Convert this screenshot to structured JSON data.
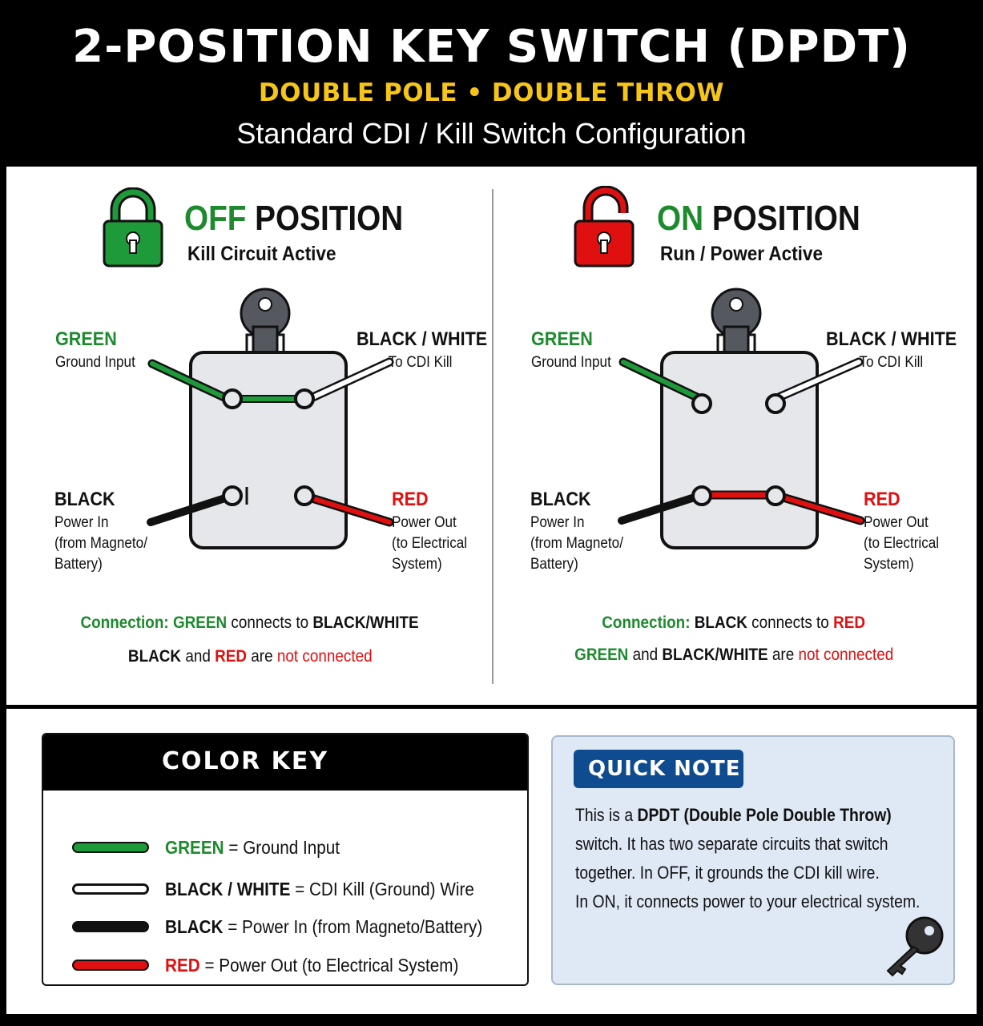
{
  "header": {
    "title": "2-POSITION KEY SWITCH (DPDT)",
    "subtitle": "DOUBLE POLE • DOUBLE THROW",
    "config": "Standard CDI / Kill Switch Configuration"
  },
  "off": {
    "title_kw": "OFF",
    "title_rest": " POSITION",
    "subtitle": "Kill Circuit Active",
    "green_name": "GREEN",
    "green_desc": "Ground Input",
    "bw_name": "BLACK / WHITE",
    "bw_desc": "To CDI Kill",
    "black_name": "BLACK",
    "black_desc1": "Power In",
    "black_desc2": "(from Magneto/",
    "black_desc3": "Battery)",
    "red_name": "RED",
    "red_desc1": "Power Out",
    "red_desc2": "(to Electrical",
    "red_desc3": "System)",
    "conn1_label": "Connection: ",
    "conn1_a": "GREEN",
    "conn1_mid": " connects to ",
    "conn1_b": "BLACK/WHITE",
    "conn2_a": "BLACK",
    "conn2_and": " and ",
    "conn2_b": "RED",
    "conn2_are": " are ",
    "conn2_nc": "not connected"
  },
  "on": {
    "title_kw": "ON",
    "title_rest": " POSITION",
    "subtitle": "Run / Power Active",
    "green_name": "GREEN",
    "green_desc": "Ground Input",
    "bw_name": "BLACK / WHITE",
    "bw_desc": "To CDI Kill",
    "black_name": "BLACK",
    "black_desc1": "Power In",
    "black_desc2": "(from Magneto/",
    "black_desc3": "Battery)",
    "red_name": "RED",
    "red_desc1": "Power Out",
    "red_desc2": "(to Electrical",
    "red_desc3": "System)",
    "conn1_label": "Connection: ",
    "conn1_a": "BLACK",
    "conn1_mid": " connects to ",
    "conn1_b": "RED",
    "conn2_a": "GREEN",
    "conn2_and": " and ",
    "conn2_b": "BLACK/WHITE",
    "conn2_are": " are ",
    "conn2_nc": "not connected"
  },
  "color_key": {
    "title": "COLOR KEY",
    "rows": [
      {
        "name": "GREEN",
        "desc": " = Ground Input",
        "color": "#1e9a3a"
      },
      {
        "name": "BLACK / WHITE",
        "desc": " = CDI Kill (Ground) Wire",
        "color": "#ffffff"
      },
      {
        "name": "BLACK",
        "desc": " = Power In (from Magneto/Battery)",
        "color": "#111111"
      },
      {
        "name": "RED",
        "desc": " = Power Out (to Electrical System)",
        "color": "#e01010"
      }
    ]
  },
  "quick_note": {
    "title": "QUICK NOTE",
    "l1_pre": "This is a ",
    "l1_bold": "DPDT (Double Pole Double Throw)",
    "l2": "switch. It has two separate circuits that switch",
    "l3": "together. In OFF, it grounds the CDI kill wire.",
    "l4": "In ON, it connects power to your electrical system."
  },
  "colors": {
    "green": "#1e8a2e",
    "red": "#e01010",
    "accent_yellow": "#f5c518",
    "note_blue": "#0f4c8f"
  },
  "icons": [
    "lock-closed-icon",
    "lock-open-icon",
    "key-icon"
  ]
}
